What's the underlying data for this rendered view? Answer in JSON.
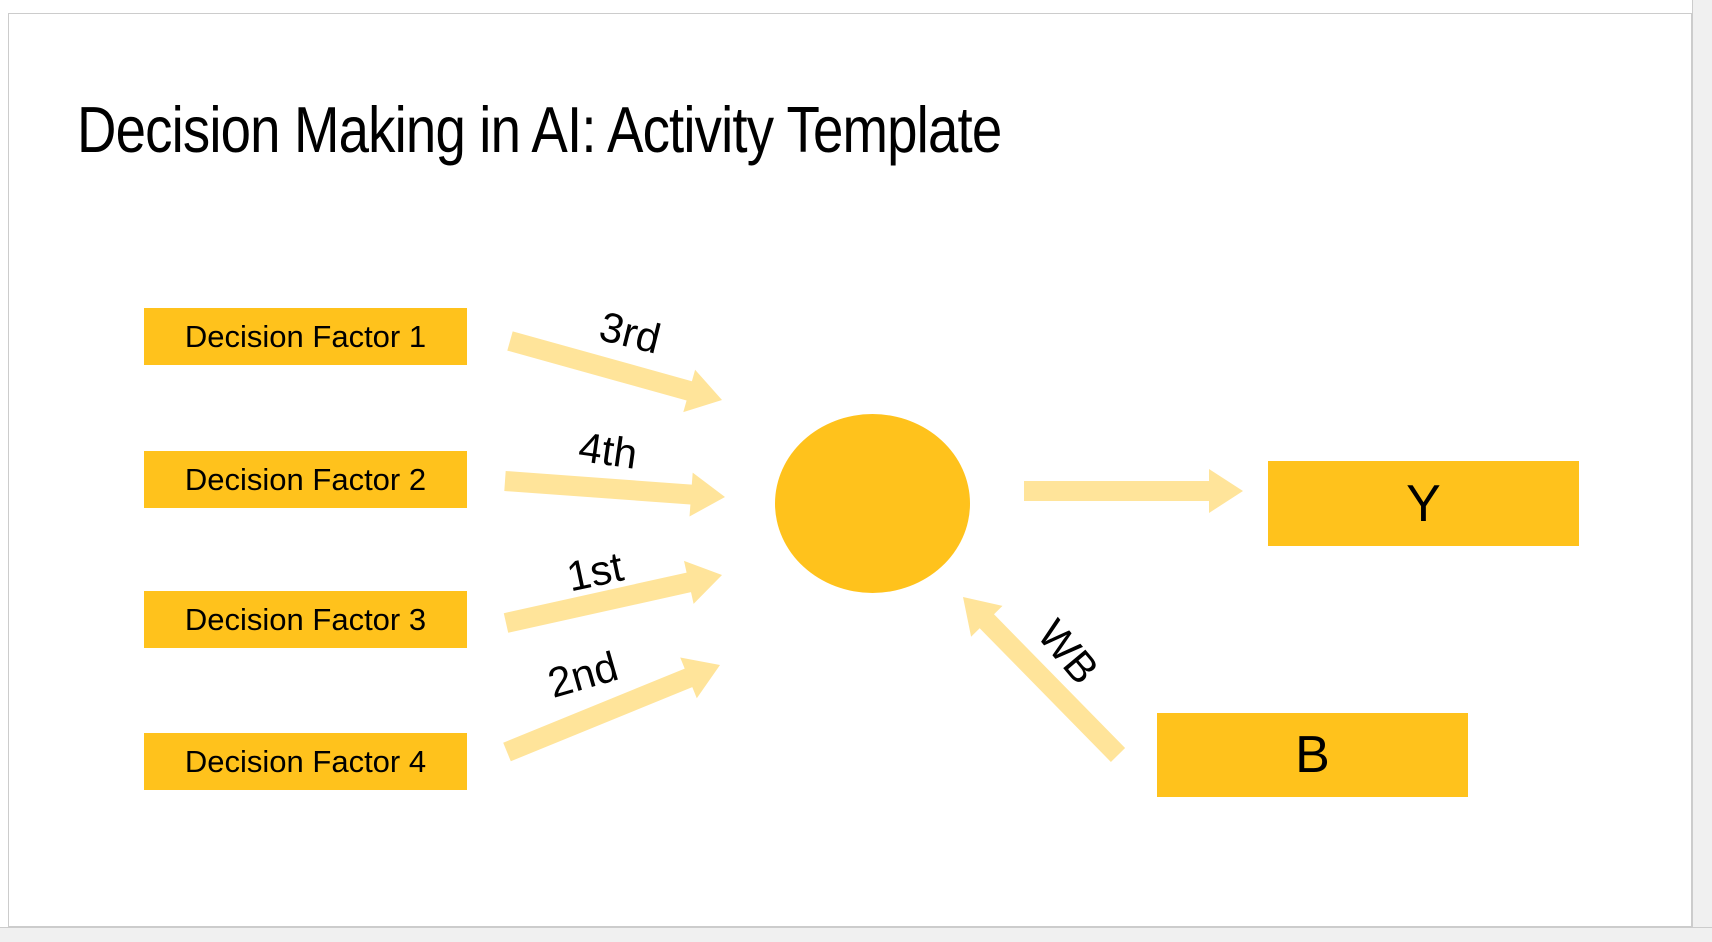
{
  "title": "Decision Making in AI: Activity Template",
  "colors": {
    "gold": "#ffc21c",
    "arrow_gold": "#ffe49a",
    "page_margin": "#f0f0f0",
    "slide_border": "#cccccc",
    "text": "#000000"
  },
  "diagram": {
    "factors": [
      "Decision Factor 1",
      "Decision Factor 2",
      "Decision Factor 3",
      "Decision Factor 4"
    ],
    "arrow_labels": {
      "factor1": "3rd",
      "factor2": "4th",
      "factor3": "1st",
      "factor4": "2nd",
      "bias": "WB"
    },
    "output_label": "Y",
    "bias_label": "B"
  }
}
